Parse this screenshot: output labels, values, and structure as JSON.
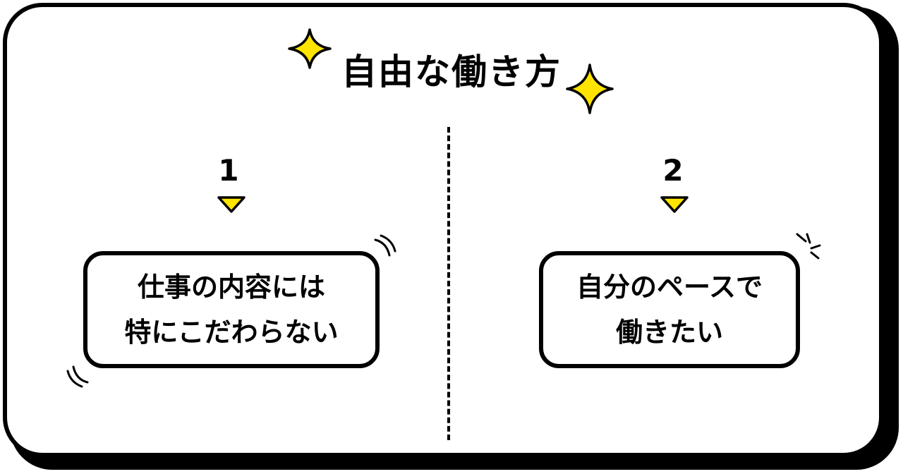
{
  "title": "自由な働き方",
  "colors": {
    "accent": "#ffe400",
    "ink": "#000000",
    "background": "#ffffff"
  },
  "icons": {
    "sparkle": "sparkle-icon",
    "arrow": "down-triangle-icon"
  },
  "items": [
    {
      "number": "1",
      "lines": [
        "仕事の内容には",
        "特にこだわらない"
      ]
    },
    {
      "number": "2",
      "lines": [
        "自分のペースで",
        "働きたい"
      ]
    }
  ]
}
